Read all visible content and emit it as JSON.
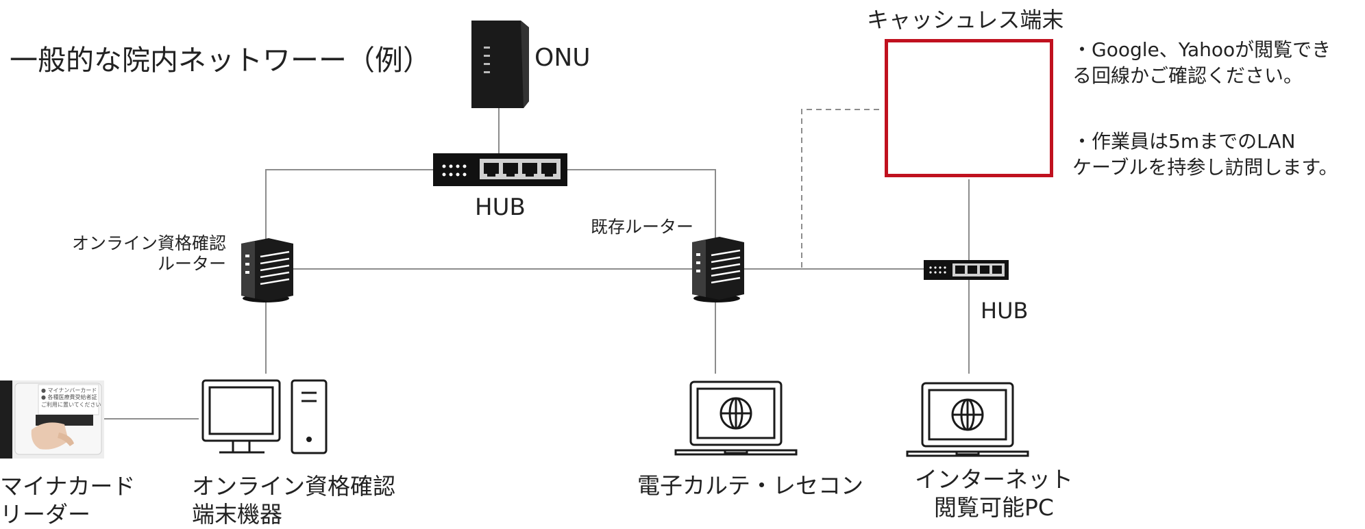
{
  "diagram": {
    "title": "一般的な院内ネットワーー（例）",
    "onu_label": "ONU",
    "main_hub_label": "HUB",
    "sub_hub_label": "HUB",
    "online_router_label": [
      "オンライン資格確認",
      "ルーター"
    ],
    "existing_router_label": "既存ルーター",
    "cashless_label": "キャッシュレス端末",
    "notes": [
      [
        "・Google、Yahooが閲覧でき",
        "る回線かご確認ください。"
      ],
      [
        "・作業員は5mまでのLAN",
        "ケーブルを持参し訪問します。"
      ]
    ],
    "card_reader_label": [
      "マイナカード",
      "リーダー"
    ],
    "online_pc_label": [
      "オンライン資格確認",
      "端末機器"
    ],
    "emr_label": "電子カルテ・レセコン",
    "internet_pc_label": [
      "インターネット",
      "閲覧可能PC"
    ],
    "card_reader_screen_text": [
      "● マイナンバーカード",
      "● 各種医療費受給者証",
      "ご利用に置いてください"
    ]
  },
  "colors": {
    "line": "#8c8c8c",
    "device": "#1a1a1a",
    "highlight_border": "#c0111f",
    "text": "#222222"
  },
  "icons": [
    "onu-icon",
    "hub-icon",
    "router-icon",
    "desktop-pc-icon",
    "laptop-icon",
    "globe-icon",
    "cashless-terminal-icon",
    "card-reader-icon"
  ]
}
